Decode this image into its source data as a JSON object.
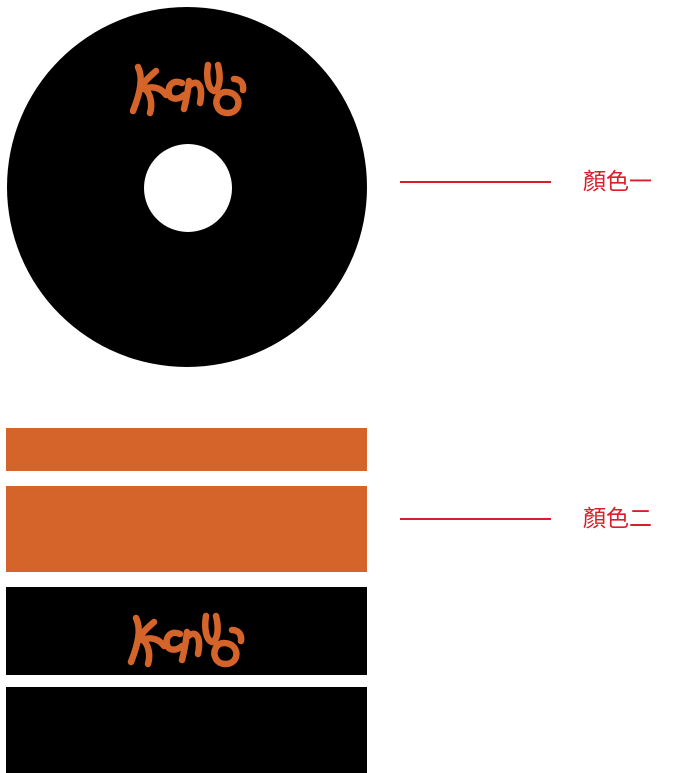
{
  "colors": {
    "background": "#ffffff",
    "primary": "#000000",
    "accent": "#d4642a",
    "callout": "#d81e28"
  },
  "logo": {
    "text": "Keny",
    "icon": "keny-logo-icon"
  },
  "callouts": [
    {
      "label": "顏色一"
    },
    {
      "label": "顏色二"
    }
  ]
}
